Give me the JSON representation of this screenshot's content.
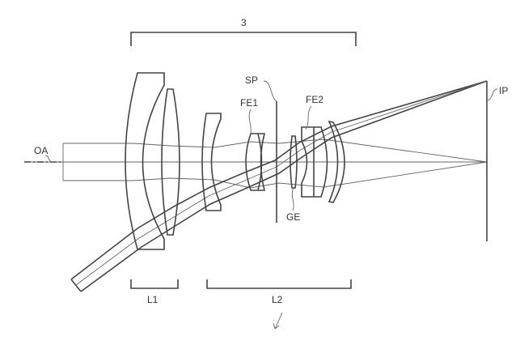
{
  "labels": {
    "system": "3",
    "optical_axis": "OA",
    "stop": "SP",
    "first_element": "FE1",
    "second_element": "FE2",
    "glass_element": "GE",
    "image_plane": "IP",
    "lens_group_1": "L1",
    "lens_group_2": "L2"
  },
  "colors": {
    "stroke": "#444444",
    "background": "#ffffff"
  }
}
